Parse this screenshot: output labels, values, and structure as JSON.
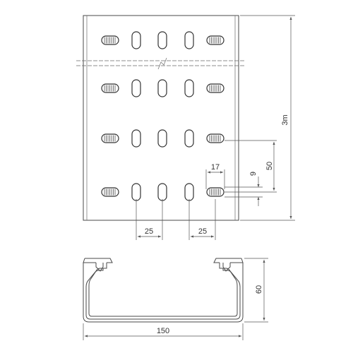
{
  "drawing": {
    "dimensions": {
      "length": "3m",
      "pitch_vertical": "50",
      "slot_height": "9",
      "slot_width": "17",
      "spacing_left": "25",
      "spacing_right": "25",
      "profile_height": "60",
      "profile_width": "150"
    },
    "colors": {
      "line": "#4a4a4a",
      "slot_stroke": "#333333",
      "dimension_line": "#555555",
      "background": "#ffffff"
    }
  }
}
